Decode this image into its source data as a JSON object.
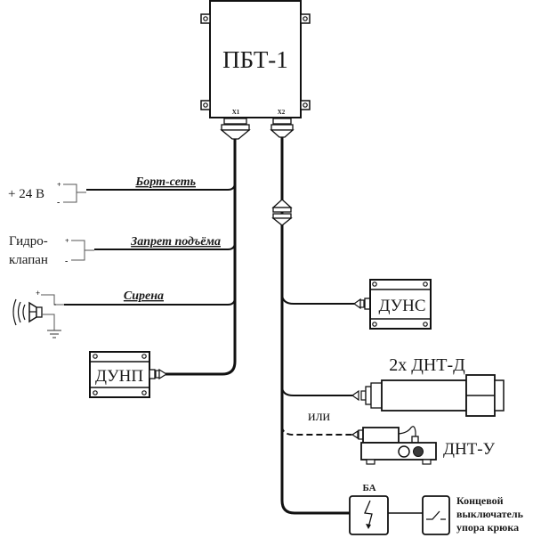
{
  "main_unit": {
    "label": "ПБТ-1",
    "connectors": [
      "X1",
      "X2"
    ]
  },
  "power": {
    "voltage_label": "+ 24 В",
    "plus": "+",
    "minus": "-",
    "cable_label": "Борт-сеть"
  },
  "valve": {
    "label_line1": "Гидро-",
    "label_line2": "клапан",
    "plus": "+",
    "minus": "-",
    "cable_label": "Запрет подъёма"
  },
  "siren": {
    "plus": "+",
    "cable_label": "Сирена"
  },
  "sensors": {
    "dunp": "ДУНП",
    "duns": "ДУНС",
    "dnt_d": "2х ДНТ-Д",
    "or_label": "или",
    "dnt_u": "ДНТ-У"
  },
  "anti_two_block": {
    "ba_label": "БА",
    "switch_line1": "Концевой",
    "switch_line2": "выключатель",
    "switch_line3": "упора крюка"
  },
  "colors": {
    "line": "#111111",
    "thin_line": "#555555",
    "fill_dark": "#3a3a3a"
  }
}
